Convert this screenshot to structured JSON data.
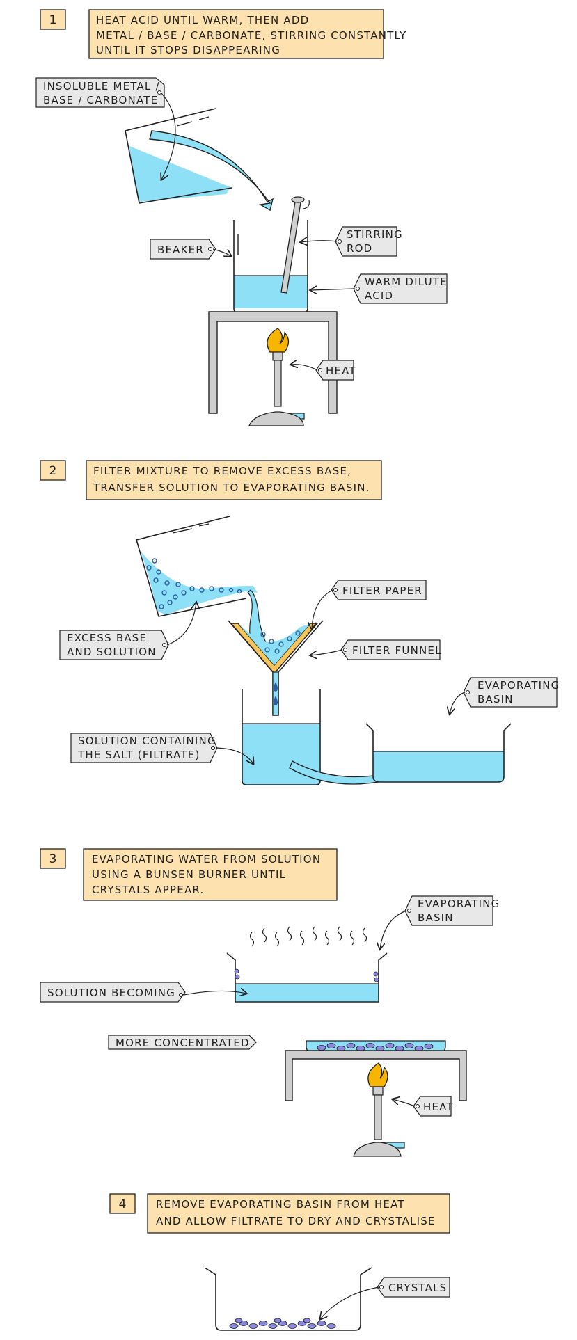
{
  "steps": [
    {
      "number": "1",
      "lines": [
        "HEAT  ACID  UNTIL  WARM,  THEN  ADD",
        "METAL / BASE / CARBONATE,  STIRRING  CONSTANTLY",
        "UNTIL  IT  STOPS  DISAPPEARING"
      ]
    },
    {
      "number": "2",
      "lines": [
        "FILTER  MIXTURE  TO  REMOVE  EXCESS  BASE,",
        "TRANSFER  SOLUTION  TO  EVAPORATING  BASIN."
      ]
    },
    {
      "number": "3",
      "lines": [
        "EVAPORATING   WATER  FROM  SOLUTION",
        "USING  A  BUNSEN  BURNER  UNTIL",
        "CRYSTALS   APPEAR."
      ]
    },
    {
      "number": "4",
      "lines": [
        "REMOVE  EVAPORATING  BASIN  FROM  HEAT",
        "AND  ALLOW  FILTRATE  TO  DRY  AND  CRYSTALISE"
      ]
    }
  ],
  "labels": {
    "insoluble": [
      "INSOLUBLE  METAL /",
      "BASE / CARBONATE"
    ],
    "beaker": [
      "BEAKER"
    ],
    "stirring_rod": [
      "STIRRING",
      "ROD"
    ],
    "warm_acid": [
      "WARM  DILUTE",
      "ACID"
    ],
    "heat1": [
      "HEAT"
    ],
    "filter_paper": [
      "FILTER  PAPER"
    ],
    "filter_funnel": [
      "FILTER  FUNNEL"
    ],
    "excess_base": [
      "EXCESS  BASE",
      "AND  SOLUTION"
    ],
    "evap_basin2": [
      "EVAPORATING",
      "BASIN"
    ],
    "filtrate": [
      "SOLUTION   CONTAINING",
      "THE  SALT  (FILTRATE)"
    ],
    "evap_basin3": [
      "EVAPORATING",
      "BASIN"
    ],
    "solution_becoming": [
      "SOLUTION   BECOMING"
    ],
    "more_concentrated": [
      "MORE  CONCENTRATED"
    ],
    "heat3": [
      "HEAT"
    ],
    "crystals": [
      "CRYSTALS"
    ]
  },
  "colors": {
    "liquid": "#8ee0f7",
    "tag": "#e8e8e8",
    "step_box": "#fde2b0",
    "flame": "#f7b500",
    "crystal": "#8a88e0",
    "stand": "#cfcfcf"
  }
}
